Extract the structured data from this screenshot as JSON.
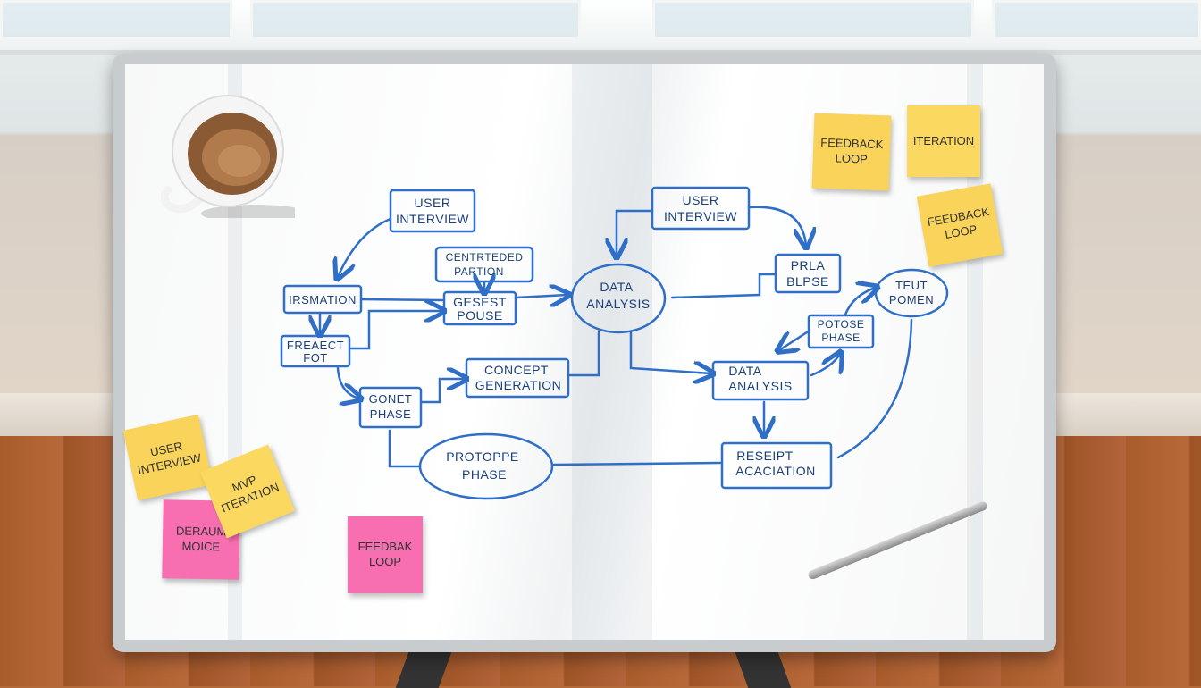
{
  "diagram": {
    "nodes": [
      {
        "id": "user-interview-1",
        "lines": [
          "USER",
          "INTERVIEW"
        ]
      },
      {
        "id": "centered-partion",
        "lines": [
          "CENTRTEDED",
          "PARTION"
        ]
      },
      {
        "id": "irsmation",
        "lines": [
          "IRSMATION"
        ]
      },
      {
        "id": "gesest-pouse",
        "lines": [
          "GESEST",
          "POUSE"
        ]
      },
      {
        "id": "freaect-fot",
        "lines": [
          "FREAECT",
          "FOT"
        ]
      },
      {
        "id": "data-analysis-1",
        "lines": [
          "DATA",
          "ANALYSIS"
        ]
      },
      {
        "id": "user-interview-2",
        "lines": [
          "USER",
          "INTERVIEW"
        ]
      },
      {
        "id": "prla-blpse",
        "lines": [
          "PRLA",
          "BLPSE"
        ]
      },
      {
        "id": "teut-pomen",
        "lines": [
          "TEUT",
          "POMEN"
        ]
      },
      {
        "id": "potose-phase",
        "lines": [
          "POTOSE",
          "PHASE"
        ]
      },
      {
        "id": "concept-generation",
        "lines": [
          "CONCEPT",
          "GENERATION"
        ]
      },
      {
        "id": "gonet-phase",
        "lines": [
          "GONET",
          "PHASE"
        ]
      },
      {
        "id": "data-analysis-2",
        "lines": [
          "DATA",
          "ANALYSIS"
        ]
      },
      {
        "id": "protoppe-phase",
        "lines": [
          "PROTOPPE",
          "PHASE"
        ]
      },
      {
        "id": "reseipt-acaciation",
        "lines": [
          "RESEIPT",
          "ACACIATION"
        ]
      }
    ]
  },
  "sticky_notes": [
    {
      "id": "feedback-loop-1",
      "lines": [
        "FEEDBACK",
        "LOOP"
      ],
      "color": "#f9d35a"
    },
    {
      "id": "iteration",
      "lines": [
        "ITERATION"
      ],
      "color": "#fbd860"
    },
    {
      "id": "feedback-loop-2",
      "lines": [
        "FEEDBACK",
        "LOOP"
      ],
      "color": "#f9d35a"
    },
    {
      "id": "user-interview-note",
      "lines": [
        "USER",
        "INTERVIEW"
      ],
      "color": "#f9d35a"
    },
    {
      "id": "mvp-iteration",
      "lines": [
        "MVP",
        "ITERATION"
      ],
      "color": "#fbd860"
    },
    {
      "id": "deraum-moice",
      "lines": [
        "DERAUM",
        "MOICE"
      ],
      "color": "#f76fb0"
    },
    {
      "id": "feedbak-loop",
      "lines": [
        "FEEDBAK",
        "LOOP"
      ],
      "color": "#f76fb0"
    }
  ],
  "colors": {
    "marker": "#2f6fc8",
    "marker_text": "#1a3f7a"
  }
}
